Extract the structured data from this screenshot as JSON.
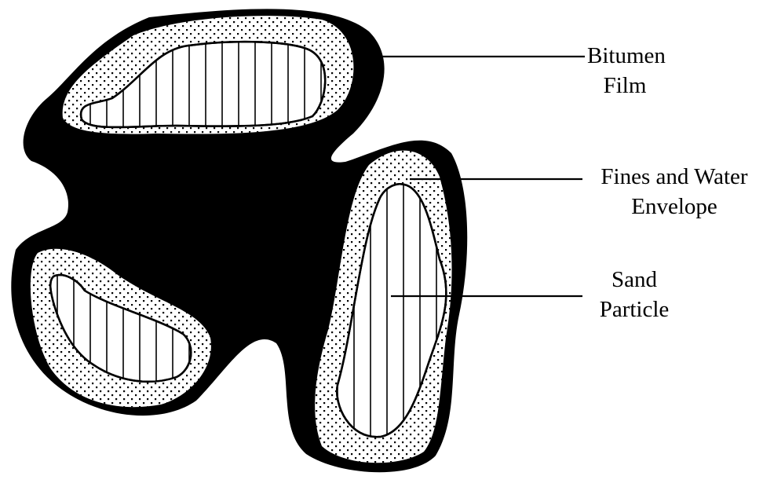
{
  "labels": {
    "bitumen_film": [
      "Bitumen",
      "Film"
    ],
    "fines_water": [
      "Fines and Water",
      "Envelope"
    ],
    "sand_particle": [
      "Sand",
      "Particle"
    ]
  },
  "colors": {
    "bitumen": "#000000",
    "envelope": "#ffffff",
    "dots": "#000000",
    "hatch": "#000000"
  }
}
